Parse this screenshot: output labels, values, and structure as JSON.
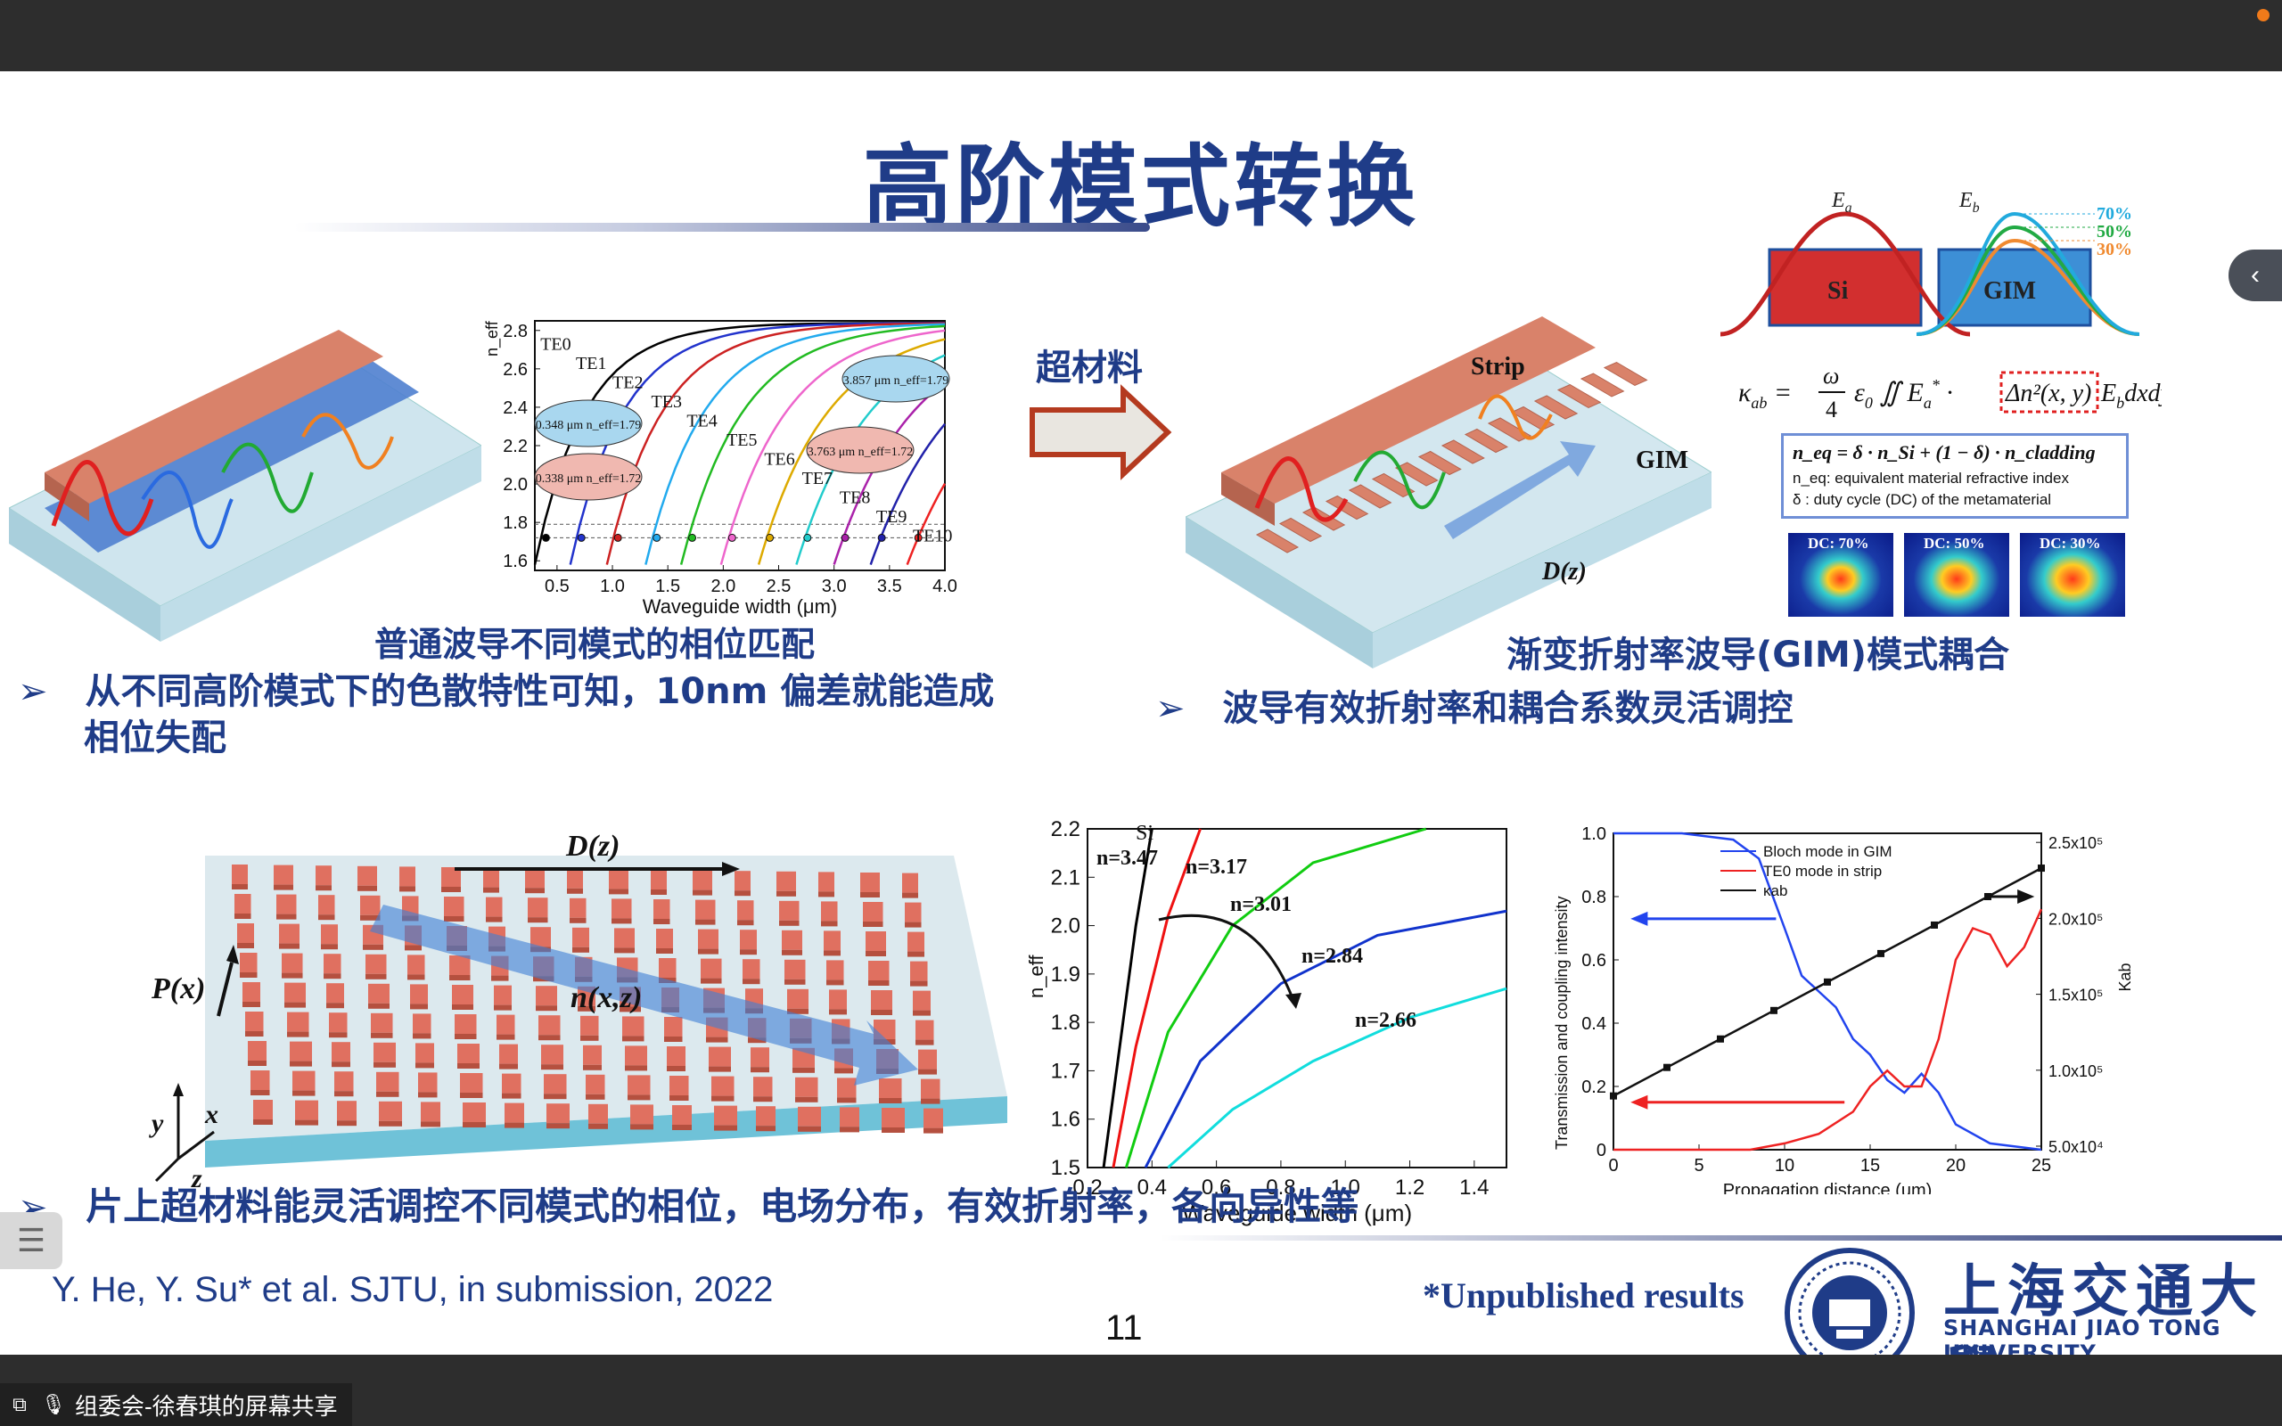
{
  "slide": {
    "title": "高阶模式转换",
    "page_number": "11",
    "citation": "Y. He, Y. Su* et al. SJTU, in submission, 2022",
    "unpublished": "*Unpublished results",
    "university_cn": "上海交通大學",
    "university_en": "SHANGHAI   JIAO TONG   UNIVERSITY",
    "caption_left": "普通波导不同模式的相位匹配",
    "caption_right": "渐变折射率波导(GIM)模式耦合",
    "bullet1": "从不同高阶模式下的色散特性可知，10nm 偏差就能造成",
    "bullet1_cont": "相位失配",
    "bullet2": "波导有效折射率和耦合系数灵活调控",
    "bullet3": "片上超材料能灵活调控不同模式的相位，电场分布，有效折射率，各向异性等",
    "arrow_label": "超材料"
  },
  "fig_strip": {
    "label_strip": "Strip",
    "label_gim": "GIM",
    "label_dz": "D(z)"
  },
  "fig_mode": {
    "ea": "E",
    "ea_sub": "a",
    "eb": "E",
    "eb_sub": "b",
    "si": "Si",
    "gim": "GIM",
    "pct70": "70%",
    "pct50": "50%",
    "pct30": "30%",
    "neq_formula": "n_eq = δ · n_Si + (1 − δ) · n_cladding",
    "neq_desc": "n_eq: equivalent material refractive index",
    "delta_desc": "δ : duty cycle (DC) of the metamaterial",
    "dc": [
      "DC: 70%",
      "DC: 50%",
      "DC: 30%"
    ]
  },
  "fig_meta": {
    "dz": "D(z)",
    "px": "P(x)",
    "nxz": "n(x,z)",
    "x": "x",
    "y": "y",
    "z": "z"
  },
  "ui": {
    "share_text": "组委会-徐春琪的屏幕共享",
    "side_tab_icon": "chevron-left-icon"
  },
  "chart_data": [
    {
      "type": "line",
      "title": "",
      "xlabel": "Waveguide width (μm)",
      "ylabel": "n_eff",
      "xlim": [
        0.3,
        4.0
      ],
      "ylim": [
        1.55,
        2.85
      ],
      "xticks": [
        "0.5",
        "1.0",
        "1.5",
        "2.0",
        "2.5",
        "3.0",
        "3.5",
        "4.0"
      ],
      "yticks": [
        "1.6",
        "1.8",
        "2.0",
        "2.2",
        "2.4",
        "2.6",
        "2.8"
      ],
      "series": [
        {
          "name": "TE0",
          "color": "#000000",
          "cutoff": 0.3
        },
        {
          "name": "TE1",
          "color": "#2233cc",
          "cutoff": 0.62
        },
        {
          "name": "TE2",
          "color": "#cc2222",
          "cutoff": 0.95
        },
        {
          "name": "TE3",
          "color": "#22aaee",
          "cutoff": 1.3
        },
        {
          "name": "TE4",
          "color": "#22bb22",
          "cutoff": 1.62
        },
        {
          "name": "TE5",
          "color": "#ee66cc",
          "cutoff": 1.98
        },
        {
          "name": "TE6",
          "color": "#ddaa00",
          "cutoff": 2.32
        },
        {
          "name": "TE7",
          "color": "#22cccc",
          "cutoff": 2.66
        },
        {
          "name": "TE8",
          "color": "#aa22aa",
          "cutoff": 3.0
        },
        {
          "name": "TE9",
          "color": "#2222aa",
          "cutoff": 3.33
        },
        {
          "name": "TE10",
          "color": "#ee2222",
          "cutoff": 3.66
        }
      ],
      "annotations": [
        "0.348 μm n_eff=1.79",
        "0.338 μm n_eff=1.72",
        "3.857 μm n_eff=1.79",
        "3.763 μm n_eff=1.72"
      ]
    },
    {
      "type": "line",
      "title": "",
      "xlabel": "Waveguide width (μm)",
      "ylabel": "n_eff",
      "xlim": [
        0.2,
        1.5
      ],
      "ylim": [
        1.5,
        2.2
      ],
      "xticks": [
        "0.2",
        "0.4",
        "0.6",
        "0.8",
        "1.0",
        "1.2",
        "1.4"
      ],
      "yticks": [
        "1.5",
        "1.6",
        "1.7",
        "1.8",
        "1.9",
        "2.0",
        "2.1",
        "2.2"
      ],
      "series": [
        {
          "name": "Si n=3.47",
          "color": "#000000",
          "x": [
            0.25,
            0.3,
            0.35,
            0.4
          ],
          "y": [
            1.5,
            1.75,
            2.0,
            2.2
          ]
        },
        {
          "name": "n=3.17",
          "color": "#ee1111",
          "x": [
            0.28,
            0.35,
            0.45,
            0.55
          ],
          "y": [
            1.5,
            1.75,
            2.02,
            2.2
          ]
        },
        {
          "name": "n=3.01",
          "color": "#11cc11",
          "x": [
            0.32,
            0.45,
            0.65,
            0.9,
            1.25
          ],
          "y": [
            1.5,
            1.78,
            2.0,
            2.13,
            2.2
          ]
        },
        {
          "name": "n=2.84",
          "color": "#1133cc",
          "x": [
            0.38,
            0.55,
            0.8,
            1.1,
            1.5
          ],
          "y": [
            1.5,
            1.72,
            1.88,
            1.98,
            2.03
          ]
        },
        {
          "name": "n=2.66",
          "color": "#11dddd",
          "x": [
            0.45,
            0.65,
            0.9,
            1.2,
            1.5
          ],
          "y": [
            1.5,
            1.62,
            1.72,
            1.81,
            1.87
          ]
        }
      ]
    },
    {
      "type": "line",
      "title": "",
      "xlabel": "Propagation distance (um)",
      "ylabel": "Transmission and coupling intensity",
      "ylabel_right": "Kab",
      "xlim": [
        0,
        25
      ],
      "ylim": [
        0,
        1.0
      ],
      "xticks": [
        "0",
        "5",
        "10",
        "15",
        "20",
        "25"
      ],
      "yticks": [
        "0",
        "0.2",
        "0.4",
        "0.6",
        "0.8",
        "1.0"
      ],
      "yticks_right": [
        "5.0x10⁴",
        "1.0x10⁵",
        "1.5x10⁵",
        "2.0x10⁵",
        "2.5x10⁵"
      ],
      "series": [
        {
          "name": "Bloch mode in GIM",
          "color": "#2244ee",
          "x": [
            0,
            4,
            7,
            8.5,
            10,
            11,
            12,
            13,
            14,
            15,
            16,
            17,
            18,
            19,
            20,
            22,
            25
          ],
          "y": [
            1.0,
            1.0,
            0.98,
            0.92,
            0.7,
            0.55,
            0.5,
            0.45,
            0.35,
            0.3,
            0.22,
            0.18,
            0.24,
            0.18,
            0.08,
            0.02,
            0.0
          ]
        },
        {
          "name": "TE0 mode in strip",
          "color": "#ee2222",
          "x": [
            0,
            8,
            10,
            12,
            14,
            15,
            16,
            17,
            18,
            19,
            20,
            21,
            22,
            23,
            24,
            25
          ],
          "y": [
            0.0,
            0.0,
            0.02,
            0.05,
            0.12,
            0.2,
            0.25,
            0.2,
            0.2,
            0.35,
            0.6,
            0.7,
            0.68,
            0.58,
            0.64,
            0.76
          ]
        },
        {
          "name": "κab",
          "color": "#111111",
          "x": [
            0,
            3.125,
            6.25,
            9.375,
            12.5,
            15.625,
            18.75,
            21.875,
            25
          ],
          "y": [
            0.17,
            0.26,
            0.35,
            0.44,
            0.53,
            0.62,
            0.71,
            0.8,
            0.89
          ]
        }
      ]
    }
  ]
}
